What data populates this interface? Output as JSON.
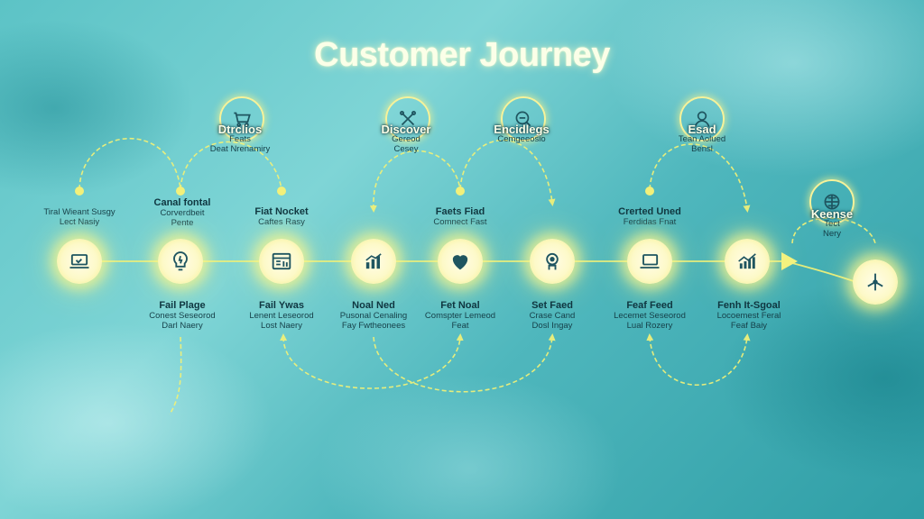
{
  "title": "Customer Journey",
  "colors": {
    "glow": "#f8f58c",
    "line": "#eef07a",
    "text": "#153f48"
  },
  "stages": [
    {
      "icon": "laptop-icon",
      "above": [
        "Tiral Wieant Susgy",
        "Lect Nasiy"
      ],
      "below": []
    },
    {
      "icon": "lightbulb-icon",
      "above": [
        "Canal fontal",
        "Corverdbeit",
        "Pente"
      ],
      "below": [
        "Fail Plage",
        "Conest Seseorod",
        "Darl Naery"
      ]
    },
    {
      "icon": "browser-window-icon",
      "above": [
        "Fiat Nocket",
        "Caftes Rasy"
      ],
      "below": [
        "Fail Ywas",
        "Lenent Leseorod",
        "Lost Naery"
      ]
    },
    {
      "icon": "bar-chart-icon",
      "above": [],
      "below": [
        "Noal Ned",
        "Pusonal Cenaling",
        "Fay Fwtheonees"
      ]
    },
    {
      "icon": "heart-icon",
      "above": [
        "Faets Fiad",
        "Comnect Fast"
      ],
      "below": [
        "Fet Noal",
        "Comspter Lemeod",
        "Feat"
      ]
    },
    {
      "icon": "person-head-icon",
      "above": [],
      "below": [
        "Set Faed",
        "Crase Cand",
        "Dosl Ingay"
      ]
    },
    {
      "icon": "laptop-icon",
      "above": [
        "Crerted Uned",
        "Ferdidas Fnat"
      ],
      "below": [
        "Feaf Feed",
        "Lecemet Seseorod",
        "Lual Rozery"
      ]
    },
    {
      "icon": "line-chart-icon",
      "above": [],
      "below": [
        "Fenh It-Sgoal",
        "Locoemest Feral",
        "Feaf Baiy"
      ]
    },
    {
      "icon": "compass-icon",
      "above": [],
      "below": []
    }
  ],
  "phases": [
    {
      "icon": "shopping-cart-icon",
      "label": "Dtrclios",
      "sub": [
        "Feats",
        "Deat Nrenamiry"
      ]
    },
    {
      "icon": "tools-icon",
      "label": "Discover",
      "sub": [
        "Gereod",
        "Cesey"
      ]
    },
    {
      "icon": "magnifier-icon",
      "label": "Encidlegs",
      "sub": [
        "Cemgeeosio"
      ]
    },
    {
      "icon": "user-icon",
      "label": "Esad",
      "sub": [
        "Tean Aolued",
        "Bensl"
      ]
    },
    {
      "icon": "grid-globe-icon",
      "label": "Keense",
      "sub": [
        "Tect",
        "Nery"
      ]
    }
  ]
}
